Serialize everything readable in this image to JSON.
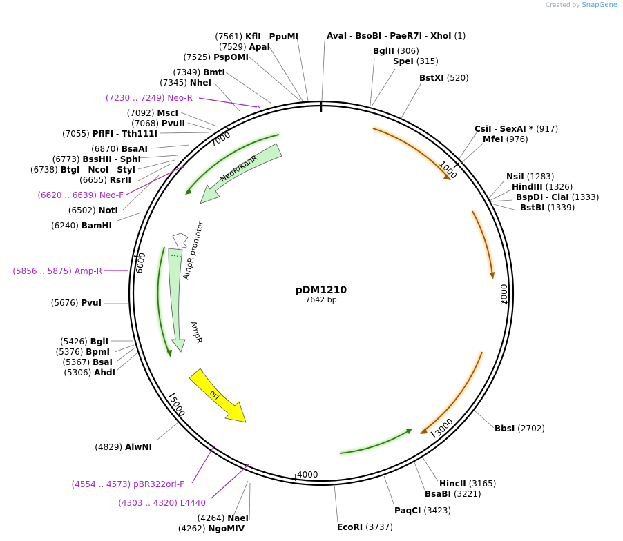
{
  "brand": {
    "prefix": "Created by",
    "name": "SnapGene"
  },
  "plasmid": {
    "name": "pDM1210",
    "length_label": "7642 bp",
    "length": 7642
  },
  "ticks": [
    "1000",
    "2000",
    "3000",
    "4000",
    "5000",
    "6000",
    "7000"
  ],
  "sites": [
    {
      "side": "R",
      "names": [
        "AvaI",
        "BsoBI",
        "PaeR7I",
        "XhoI"
      ],
      "pos": "(1)"
    },
    {
      "side": "R",
      "names": [
        "BglII"
      ],
      "pos": "(306)"
    },
    {
      "side": "R",
      "names": [
        "SpeI"
      ],
      "pos": "(315)"
    },
    {
      "side": "R",
      "names": [
        "BstXI"
      ],
      "pos": "(520)"
    },
    {
      "side": "R",
      "names": [
        "CsiI",
        "SexAI *"
      ],
      "pos": "(917)"
    },
    {
      "side": "R",
      "names": [
        "MfeI"
      ],
      "pos": "(976)"
    },
    {
      "side": "R",
      "names": [
        "NsiI"
      ],
      "pos": "(1283)"
    },
    {
      "side": "R",
      "names": [
        "HindIII"
      ],
      "pos": "(1326)"
    },
    {
      "side": "R",
      "names": [
        "BspDI",
        "ClaI"
      ],
      "pos": "(1333)"
    },
    {
      "side": "R",
      "names": [
        "BstBI"
      ],
      "pos": "(1339)"
    },
    {
      "side": "R",
      "names": [
        "BbsI"
      ],
      "pos": "(2702)"
    },
    {
      "side": "R",
      "names": [
        "HincII"
      ],
      "pos": "(3165)"
    },
    {
      "side": "R",
      "names": [
        "BsaBI"
      ],
      "pos": "(3221)"
    },
    {
      "side": "R",
      "names": [
        "PaqCI"
      ],
      "pos": "(3423)"
    },
    {
      "side": "R",
      "names": [
        "EcoRI"
      ],
      "pos": "(3737)"
    },
    {
      "side": "L",
      "names": [
        "NaeI"
      ],
      "pos": "(4264)"
    },
    {
      "side": "L",
      "names": [
        "NgoMIV"
      ],
      "pos": "(4262)"
    },
    {
      "side": "L",
      "names": [
        "AlwNI"
      ],
      "pos": "(4829)"
    },
    {
      "side": "L",
      "names": [
        "AhdI"
      ],
      "pos": "(5306)"
    },
    {
      "side": "L",
      "names": [
        "BsaI"
      ],
      "pos": "(5367)"
    },
    {
      "side": "L",
      "names": [
        "BpmI"
      ],
      "pos": "(5376)"
    },
    {
      "side": "L",
      "names": [
        "BglI"
      ],
      "pos": "(5426)"
    },
    {
      "side": "L",
      "names": [
        "PvuI"
      ],
      "pos": "(5676)"
    },
    {
      "side": "L",
      "names": [
        "BamHI"
      ],
      "pos": "(6240)"
    },
    {
      "side": "L",
      "names": [
        "NotI"
      ],
      "pos": "(6502)"
    },
    {
      "side": "L",
      "names": [
        "RsrII"
      ],
      "pos": "(6655)"
    },
    {
      "side": "L",
      "names": [
        "BtgI",
        "NcoI",
        "StyI"
      ],
      "pos": "(6738)"
    },
    {
      "side": "L",
      "names": [
        "BssHII",
        "SphI"
      ],
      "pos": "(6773)"
    },
    {
      "side": "L",
      "names": [
        "BsaAI"
      ],
      "pos": "(6870)"
    },
    {
      "side": "L",
      "names": [
        "PflFI",
        "Tth111I"
      ],
      "pos": "(7055)"
    },
    {
      "side": "L",
      "names": [
        "PvuII"
      ],
      "pos": "(7068)"
    },
    {
      "side": "L",
      "names": [
        "MscI"
      ],
      "pos": "(7092)"
    },
    {
      "side": "L",
      "names": [
        "NheI"
      ],
      "pos": "(7345)"
    },
    {
      "side": "L",
      "names": [
        "BmtI"
      ],
      "pos": "(7349)"
    },
    {
      "side": "L",
      "names": [
        "PspOMI"
      ],
      "pos": "(7525)"
    },
    {
      "side": "L",
      "names": [
        "ApaI"
      ],
      "pos": "(7529)"
    },
    {
      "side": "L",
      "names": [
        "KflI",
        "PpuMI"
      ],
      "pos": "(7561)"
    }
  ],
  "primers": [
    {
      "range": "(7230 .. 7249)",
      "name": "Neo-R"
    },
    {
      "range": "(6620 .. 6639)",
      "name": "Neo-F"
    },
    {
      "range": "(5856 .. 5875)",
      "name": "Amp-R"
    },
    {
      "range": "(4554 .. 4573)",
      "name": "pBR322ori-F"
    },
    {
      "range": "(4303 .. 4320)",
      "name": "L4440"
    }
  ],
  "features": [
    {
      "name": "NeoR/KanR",
      "color": "#c8f5c8"
    },
    {
      "name": "AmpR promoter",
      "color": "#ffffff"
    },
    {
      "name": "AmpR",
      "color": "#c8f5c8"
    },
    {
      "name": "ori",
      "color": "#ffff00"
    }
  ],
  "colors": {
    "primer": "#a02ad0",
    "orf": "#ff9a00",
    "orf_green": "#33aa00",
    "backbone": "#000000"
  }
}
